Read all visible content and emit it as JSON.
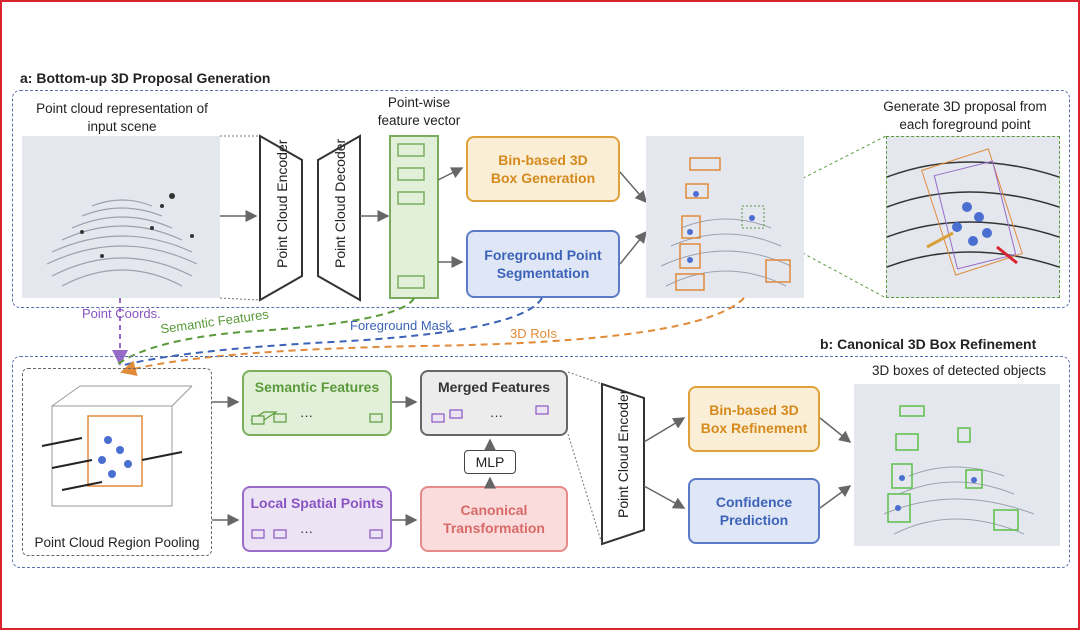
{
  "section_a": {
    "title": "a: Bottom-up 3D Proposal Generation"
  },
  "section_b": {
    "title": "b: Canonical 3D Box Refinement"
  },
  "captions": {
    "input_scene": "Point cloud representation of input scene",
    "feature_vector": "Point-wise feature vector",
    "proposal_zoom": "Generate 3D proposal from each foreground point",
    "region_pooling": "Point Cloud Region Pooling",
    "detected": "3D boxes of detected objects"
  },
  "network": {
    "encoder_a": "Point Cloud Encoder",
    "decoder_a": "Point Cloud Decoder",
    "encoder_b": "Point Cloud Encoder"
  },
  "boxes": {
    "bin_box_generation": "Bin-based 3D Box Generation",
    "foreground_segmentation": "Foreground Point Segmentation",
    "semantic_features": "Semantic Features",
    "merged_features": "Merged Features",
    "local_spatial_points": "Local Spatial Points",
    "canonical_transformation": "Canonical Transformation",
    "mlp": "MLP",
    "bin_box_refinement": "Bin-based 3D Box Refinement",
    "confidence_prediction": "Confidence Prediction",
    "ellipsis": "···"
  },
  "arrow_labels": {
    "point_coords": "Point Coords.",
    "semantic_features": "Semantic Features",
    "foreground_mask": "Foreground Mask",
    "rois": "3D RoIs"
  },
  "colors": {
    "frame": "#d9232e",
    "orange": "#e0a13a",
    "blue": "#5b7bc8",
    "green": "#7aae5e",
    "purple": "#9a6cc9",
    "pink": "#e68a8a",
    "section_border": "#5a6fb0"
  }
}
